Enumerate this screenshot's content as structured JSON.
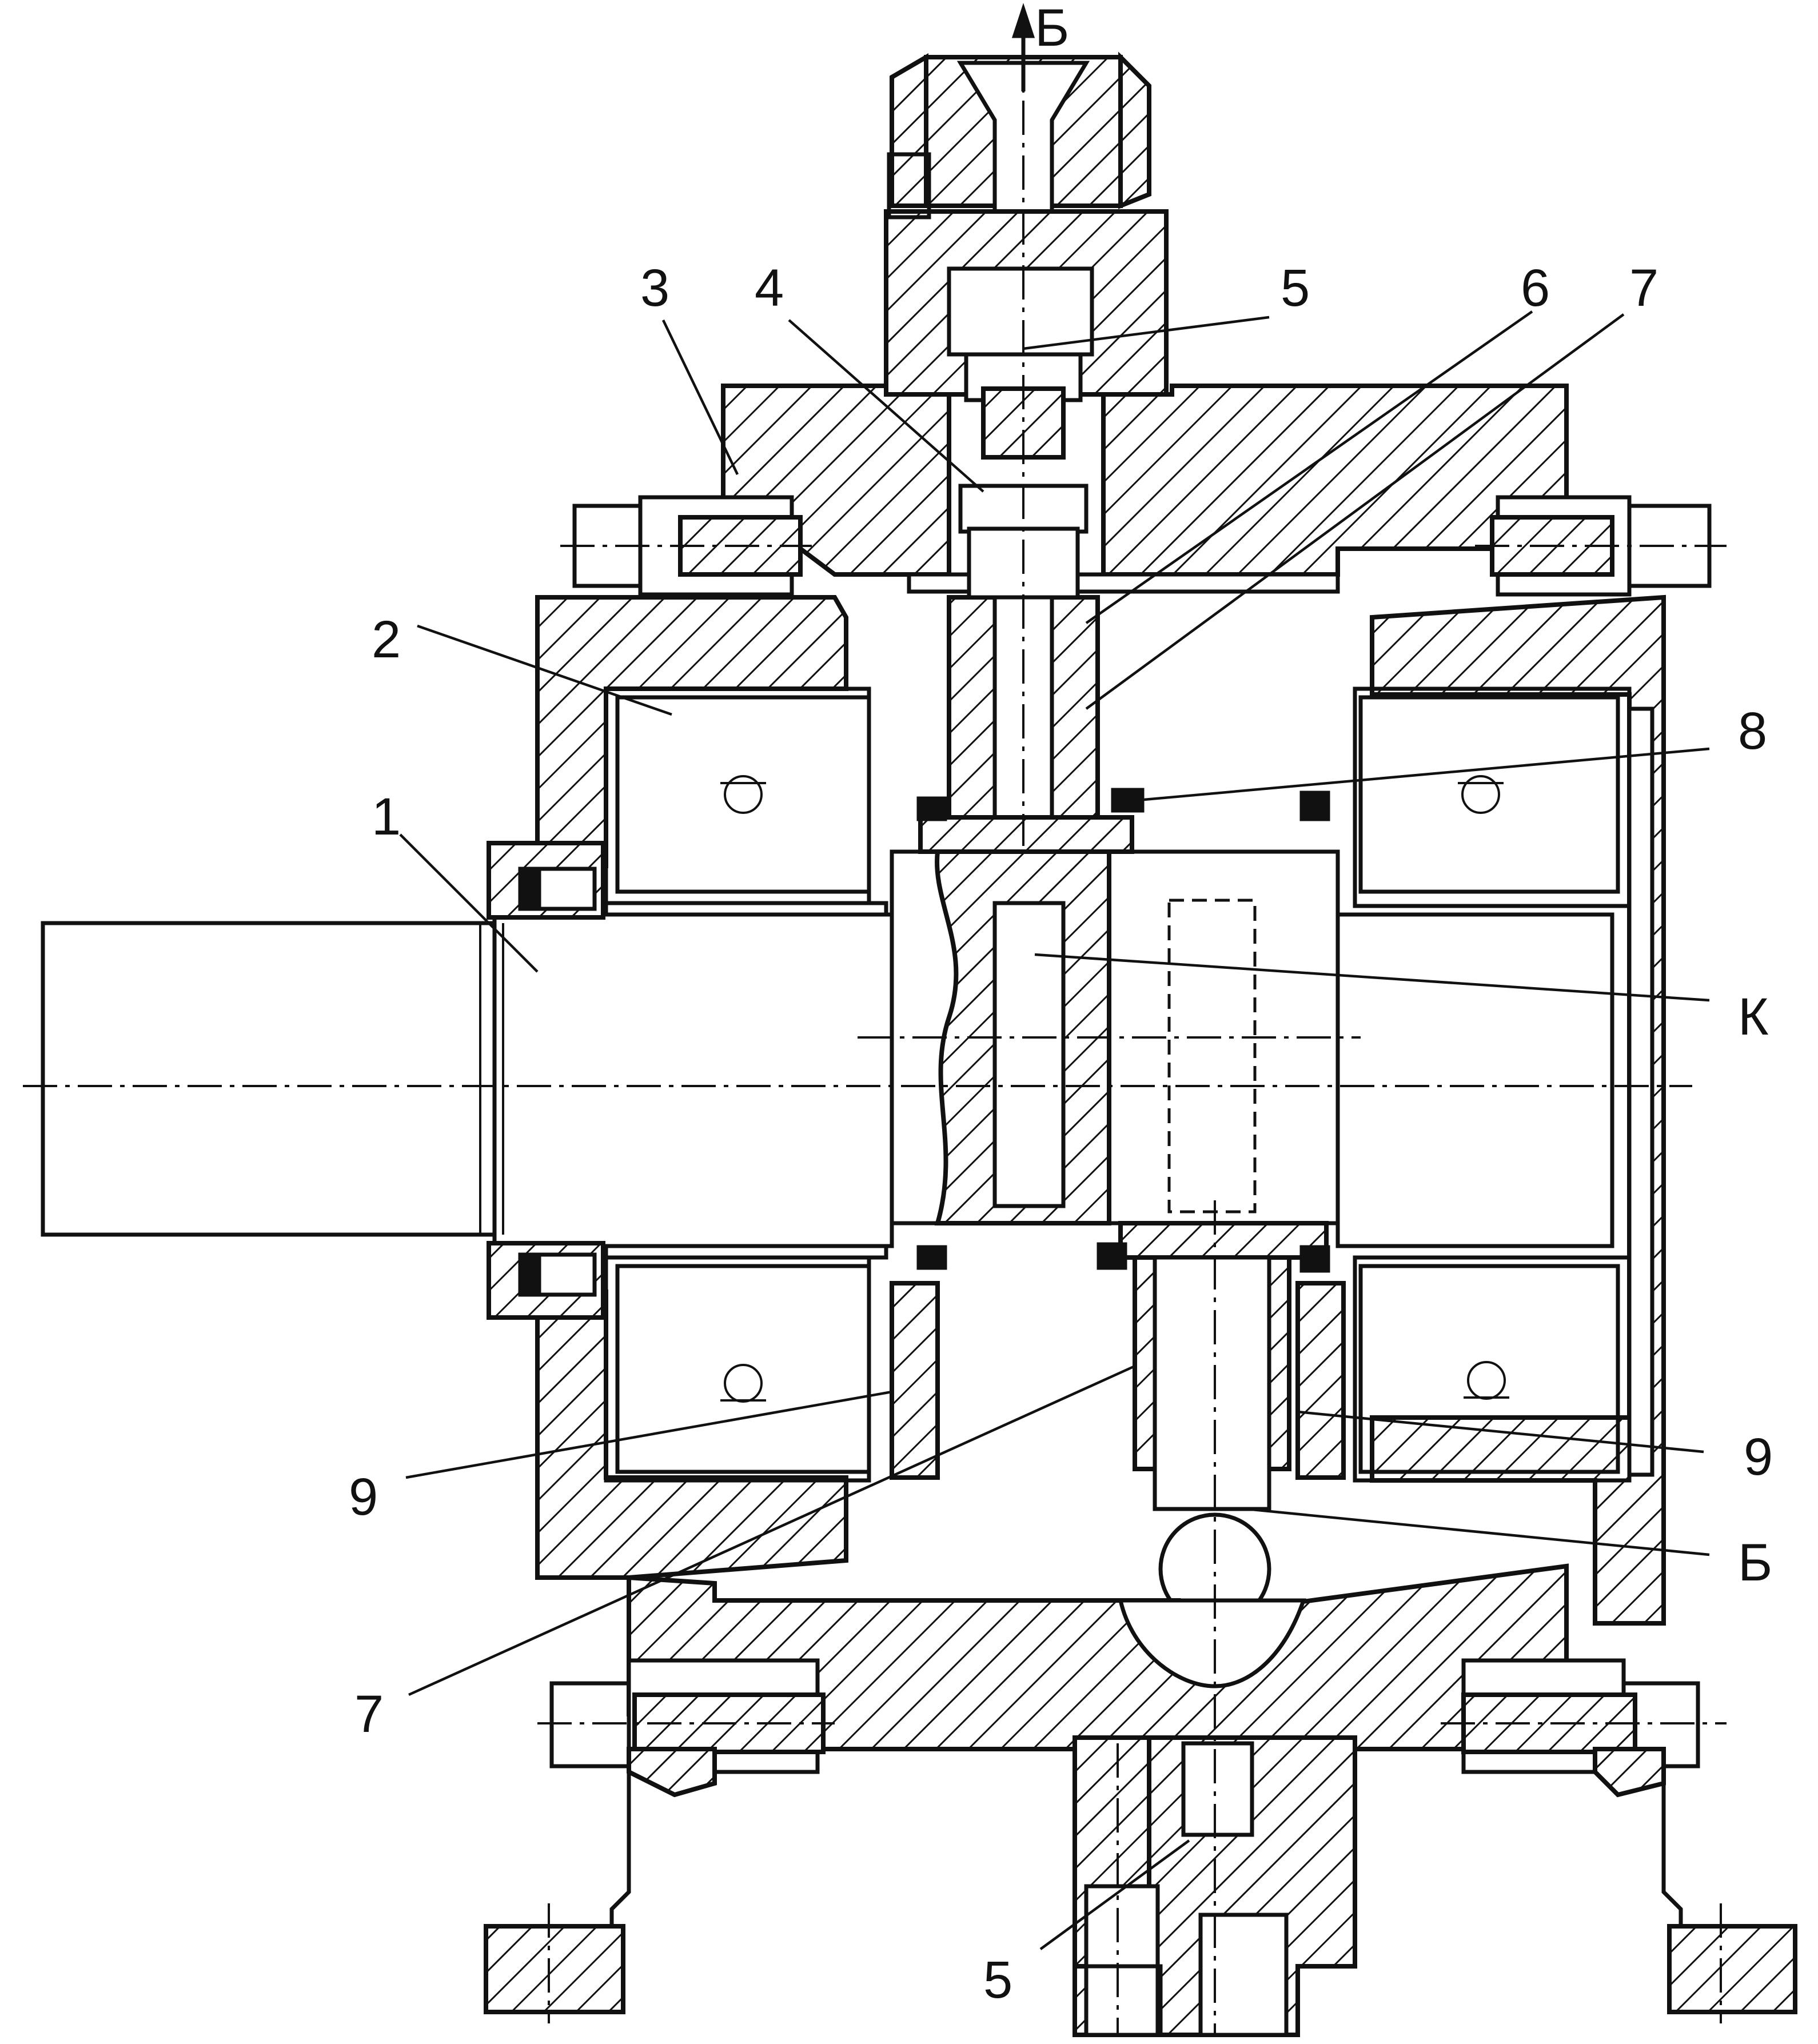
{
  "labels": {
    "top_arrow": "Б",
    "n1": "1",
    "n2": "2",
    "n3": "3",
    "n4": "4",
    "n5_top": "5",
    "n6": "6",
    "n7_top": "7",
    "n8": "8",
    "nK": "К",
    "n9_left": "9",
    "n9_right": "9",
    "nB_bottom": "Б",
    "n7_bottom": "7",
    "n5_bottom": "5"
  },
  "colors": {
    "ink": "#111111",
    "paper": "#ffffff"
  }
}
